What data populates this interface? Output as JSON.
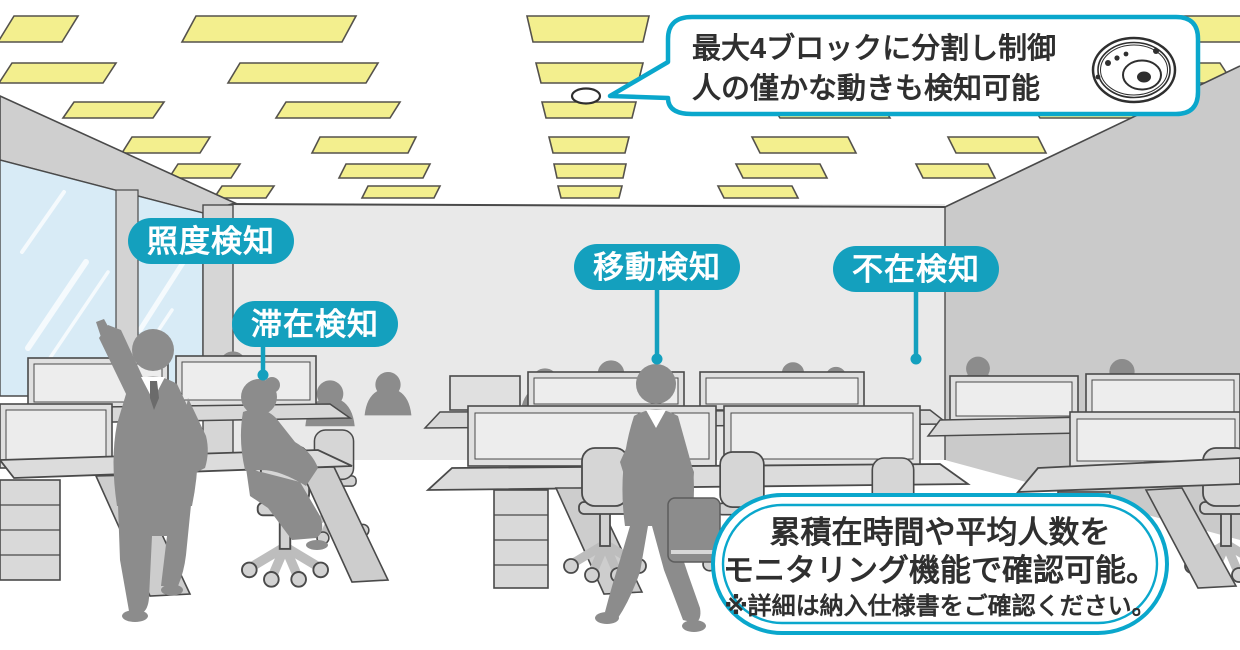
{
  "callouts": {
    "sensor_note": {
      "line1": "最大4ブロックに分割し制御",
      "line2": "人の僅かな動きも検知可能"
    },
    "monitoring_note": {
      "line1": "累積在時間や平均人数を",
      "line2": "モニタリング機能で確認可能。",
      "note": "※詳細は納入仕様書をご確認ください。"
    }
  },
  "detection_labels": [
    {
      "id": "illuminance",
      "text": "照度検知"
    },
    {
      "id": "stay",
      "text": "滞在検知"
    },
    {
      "id": "movement",
      "text": "移動検知"
    },
    {
      "id": "absence",
      "text": "不在検知"
    }
  ],
  "icons": {
    "sensor_device": "ceiling-sensor-device-icon",
    "ceiling_sensor_dot": "ceiling-sensor-icon"
  },
  "colors": {
    "label_teal": "#14A0BE",
    "callout_border_cyan": "#0AA7CC",
    "ceiling_light_yellow": "#F3EF8E",
    "window_blue": "#D8EBF6",
    "back_wall_gray": "#E9E9E9",
    "side_wall_gray": "#CACACA",
    "silhouette_gray": "#8C8C8C",
    "text_dark": "#2F2F2F"
  }
}
